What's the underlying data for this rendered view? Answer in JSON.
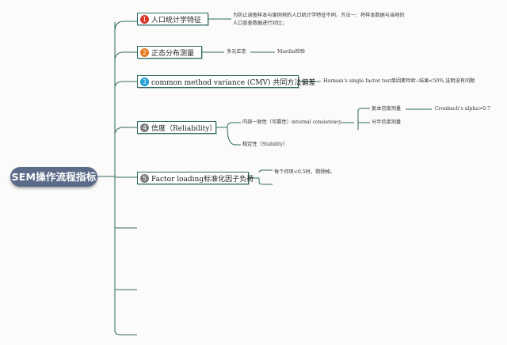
{
  "root": {
    "label": "SEM操作流程指标"
  },
  "topics": [
    {
      "num": "1",
      "label": "人口统计学特征",
      "badge_color": "#d9342b"
    },
    {
      "num": "2",
      "label": "正态分布测量",
      "badge_color": "#e57a1f"
    },
    {
      "num": "3",
      "label": "common method variance (CMV) 共同方法偏差",
      "badge_color": "#1f9bd6"
    },
    {
      "num": "4",
      "label": "信度（Reliability）",
      "badge_color": "#7d7d7d"
    },
    {
      "num": "5",
      "label": "Factor loading标准化因子负荷",
      "badge_color": "#7d7d7d"
    }
  ],
  "notes": {
    "demographics_line1": "为防止调查样本与案例地的人口统计学特征不同，方法一：将样本数据与当地的",
    "demographics_line2": "人口普查数据进行对比；",
    "multivariate_normal": "多元正态",
    "mardia": "Mardia检验",
    "harman": "Harman’s single factor test单因素检验--结果<50%,证明没有问题",
    "internal_consistency": "内部一致性（可靠性）internal consistency",
    "composite_reliability": "复本信度测量",
    "cronbach": "Cronbach’s alpha>0.7",
    "split_half": "分半信度测量",
    "stability": "稳定性（Stability）",
    "loading_rule": "每个问项<0.5时，剔除掉。"
  },
  "colors": {
    "connector": "#2f6a62",
    "root_fill": "#5c6b8a"
  }
}
